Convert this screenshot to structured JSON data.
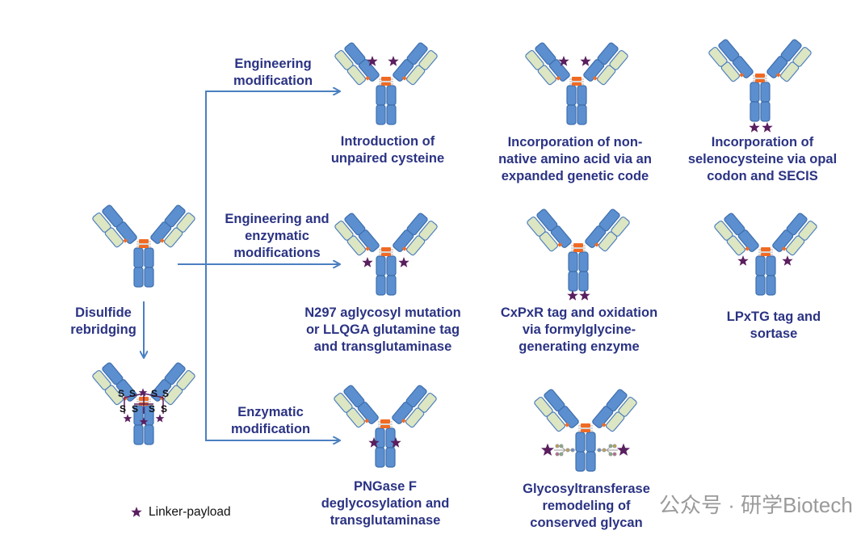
{
  "colors": {
    "heavy": "#5b8fd0",
    "heavy_stroke": "#3f6fad",
    "light": "#dce6c2",
    "light_stroke": "#4f7fbf",
    "hinge": "#f06a24",
    "star": "#5a1f5e",
    "arrow": "#4a7fc1",
    "text": "#2b3383"
  },
  "branches": [
    {
      "label_lines": [
        "Engineering",
        "modification"
      ]
    },
    {
      "label_lines": [
        "Engineering and",
        "enzymatic",
        "modifications"
      ]
    },
    {
      "label_lines": [
        "Enzymatic",
        "modification"
      ]
    }
  ],
  "disulfide": {
    "label_lines": [
      "Disulfide",
      "rebridging"
    ],
    "sulfur": "S"
  },
  "methods": [
    {
      "lines": [
        "Introduction of",
        "unpaired cysteine"
      ]
    },
    {
      "lines": [
        "Incorporation of non-",
        "native amino acid via an",
        "expanded genetic code"
      ]
    },
    {
      "lines": [
        "Incorporation of",
        "selenocysteine via opal",
        "codon and SECIS"
      ]
    },
    {
      "lines": [
        "N297 aglycosyl mutation",
        "or LLQGA glutamine tag",
        "and transglutaminase"
      ]
    },
    {
      "lines": [
        "CxPxR tag and oxidation",
        "via formylglycine-",
        "generating enzyme"
      ]
    },
    {
      "lines": [
        "LPxTG tag and",
        "sortase"
      ]
    },
    {
      "lines": [
        "PNGase F",
        "deglycosylation and",
        "transglutaminase"
      ]
    },
    {
      "lines": [
        "Glycosyltransferase",
        "remodeling of",
        "conserved glycan"
      ]
    }
  ],
  "legend": {
    "icon": "star-icon",
    "label": "Linker-payload"
  },
  "watermark": "公众号 · 研学Biotech"
}
